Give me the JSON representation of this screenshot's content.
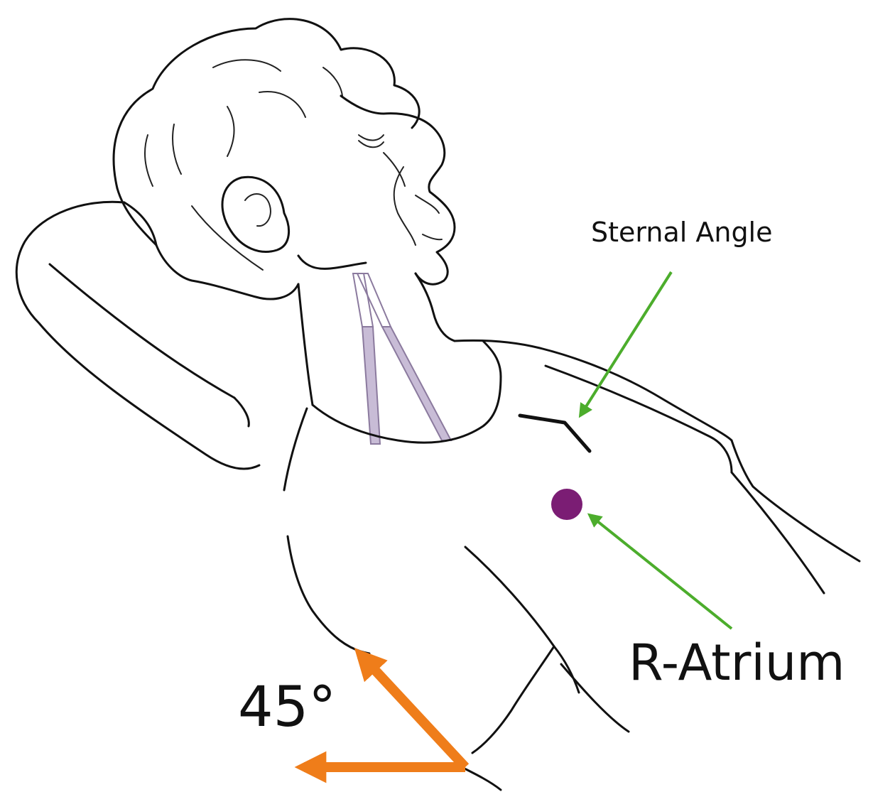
{
  "labels": {
    "sternal_angle": "Sternal Angle",
    "r_atrium": "R-Atrium",
    "angle": "45°"
  },
  "colors": {
    "line": "#111111",
    "pointer_arrow": "#4cad2c",
    "angle_arrow": "#ef7d1a",
    "atrium_marker": "#7b1d74",
    "tube_fill": "#c8bcd6",
    "tube_stroke": "#8b7a9e",
    "background": "#ffffff"
  },
  "icons": {
    "sternal_angle_marker": "angle-bracket",
    "atrium_marker": "filled-circle",
    "angle_indicator": "double-arrow"
  }
}
